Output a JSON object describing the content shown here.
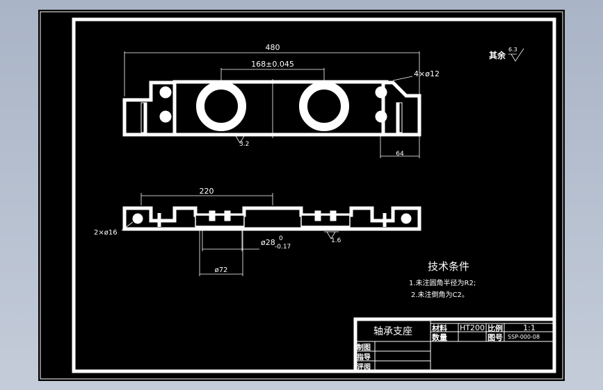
{
  "drawing": {
    "surface_note": "其余",
    "surface_note_value": "6.3",
    "top_view": {
      "dim_overall": "480",
      "dim_center": "168±0.045",
      "dim_holes": "4×ø12",
      "dim_right": "64",
      "roughness": "3.2"
    },
    "front_view": {
      "dim_220": "220",
      "dim_holes": "2×ø16",
      "dim_bore_base": "ø28",
      "dim_bore_upper": "0",
      "dim_bore_lower": "-0.17",
      "dim_boss": "ø72",
      "roughness": "1.6"
    },
    "tech_requirements": {
      "title": "技术条件",
      "items": [
        "1.未注圆角半径为R2;",
        "2.未注倒角为C2。"
      ]
    }
  },
  "title_block": {
    "part_name": "轴承支座",
    "material_label": "材料",
    "material_value": "HT200",
    "scale_label": "比例",
    "scale_value": "1:1",
    "quantity_label": "数量",
    "drawing_no_label": "图号",
    "drawing_no_value": "SSP-000-08",
    "drawn_label": "制图",
    "guide_label": "指导",
    "review_label": "评阅"
  }
}
